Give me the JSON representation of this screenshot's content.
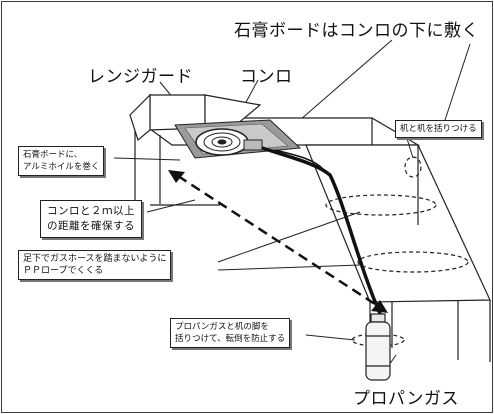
{
  "labels": {
    "title_board": "石膏ボードはコンロの下に敷く",
    "range_guard": "レンジガード",
    "stove": "コンロ",
    "propane": "プロパンガス"
  },
  "callouts": {
    "foil": "石膏ボードに、\nアルミホイルを巻く",
    "tie_desks": "机と机を括りつける",
    "distance": "コンロと２ｍ以上\nの距離を確保する",
    "hose": "足下でガスホースを踏まないように\nＰＰロープでくくる",
    "tie_tank": "プロパンガスと机の脚を\n括りつけて、転倒を防止する"
  }
}
